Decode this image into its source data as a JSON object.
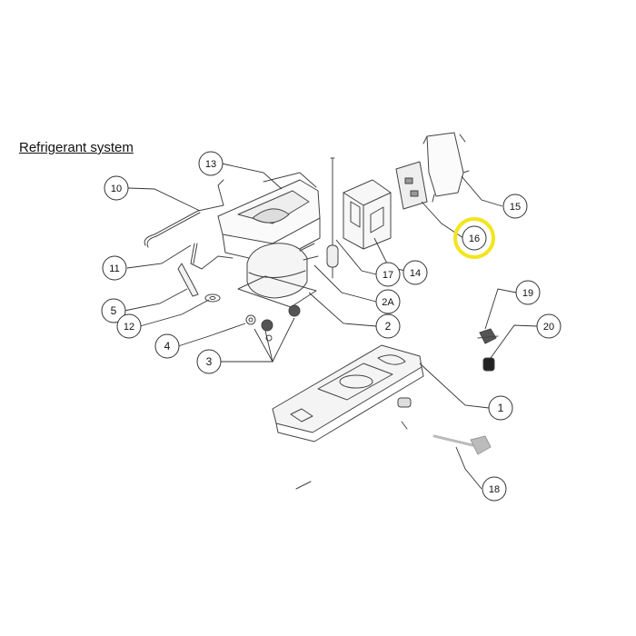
{
  "diagram": {
    "title": "Refrigerant system",
    "highlight_color": "#f3e51c",
    "callouts": [
      "1",
      "2",
      "2A",
      "3",
      "4",
      "5",
      "10",
      "11",
      "12",
      "13",
      "14",
      "15",
      "16",
      "17",
      "18",
      "19",
      "20"
    ]
  }
}
